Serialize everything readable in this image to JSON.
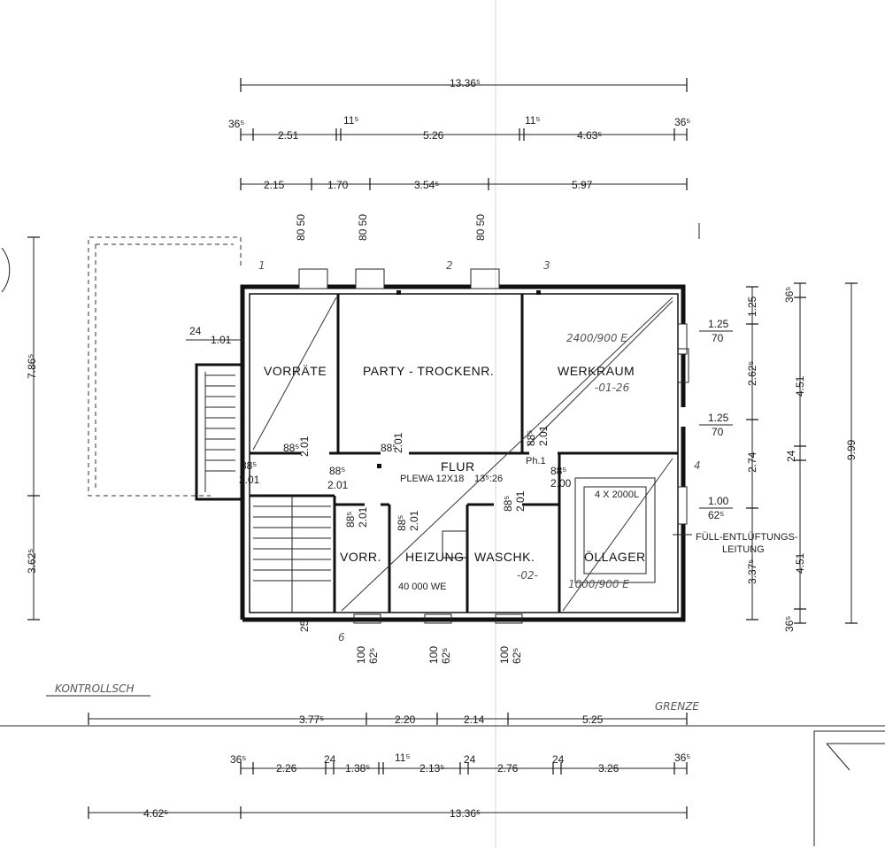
{
  "rooms": {
    "vorraete": "VORRÄTE",
    "party": "PARTY - TROCKENR.",
    "werkraum": "WERKRAUM",
    "flur": "FLUR",
    "vorr": "VORR.",
    "heizung": "HEIZUNG",
    "waschk": "WASCHK.",
    "oellager": "ÖLLAGER"
  },
  "top_dims": {
    "total": "13.36⁵",
    "row2": [
      "36⁵",
      "2.51",
      "11⁵",
      "5.26",
      "11⁵",
      "4.63⁵",
      "36⁵"
    ],
    "row3": [
      "2.15",
      "1.70",
      "3.54⁵",
      "5.97"
    ],
    "windows": [
      "80 50",
      "80 50",
      "80 50"
    ]
  },
  "bottom_dims": {
    "row1": [
      "3.77⁵",
      "2.20",
      "2.14",
      "5.25"
    ],
    "row2": [
      "36⁵",
      "2.26",
      "24",
      "1.38⁵",
      "11⁵",
      "2.13⁵",
      "24",
      "2.76",
      "24",
      "3.26",
      "36⁵"
    ],
    "row3_left": "4.62⁵",
    "row3_total": "13.36⁵"
  },
  "right_dims": {
    "inner": [
      "1.25",
      "2.62⁵",
      "2.74",
      "3.37⁵"
    ],
    "middle": [
      "36⁵",
      "4.51",
      "24",
      "4.51",
      "36⁵"
    ],
    "total": "9.99",
    "openings": [
      "1.25",
      "70",
      "1.25",
      "70",
      "1.00",
      "62⁵"
    ]
  },
  "left_dims": {
    "upper": "7.86⁵",
    "lower": "3.62⁵",
    "wall": "24",
    "stair": "1.01",
    "base": "25"
  },
  "door_labels": {
    "d1": [
      "88⁵",
      "2.01"
    ],
    "d2": [
      "88⁵",
      "2.01"
    ],
    "d3": [
      "88⁵",
      "2.01"
    ],
    "d4": [
      "88⁵",
      "2.01"
    ],
    "d5": [
      "88⁵",
      "2.00"
    ],
    "d6": [
      "88⁵",
      "2.01"
    ],
    "d7": [
      "88⁵",
      "2.01"
    ],
    "d8": [
      "88⁵",
      "2.01"
    ],
    "d9": [
      "88⁵",
      "2.01"
    ]
  },
  "notes": {
    "plewa": "PLEWA 12X18",
    "chimney": "13⁵:26",
    "ph": "Ph.1",
    "tank": "4 X 2000L",
    "boiler": "40 000 WE",
    "fuell": "FÜLL-ENTLÜFTUNGS-",
    "leitung": "LEITUNG",
    "grenze": "GRENZE",
    "kontrollsch": "KONTROLLSCH",
    "werk_hand": "2400/900 E",
    "oel_hand": "1000/900 E",
    "werk_code": "-01-26",
    "wasch_code": "-02-",
    "bottom_open": [
      "100",
      "62⁵",
      "100",
      "62⁵",
      "100",
      "62⁵"
    ],
    "corner_nums": [
      "1",
      "2",
      "3",
      "4",
      "6"
    ]
  }
}
